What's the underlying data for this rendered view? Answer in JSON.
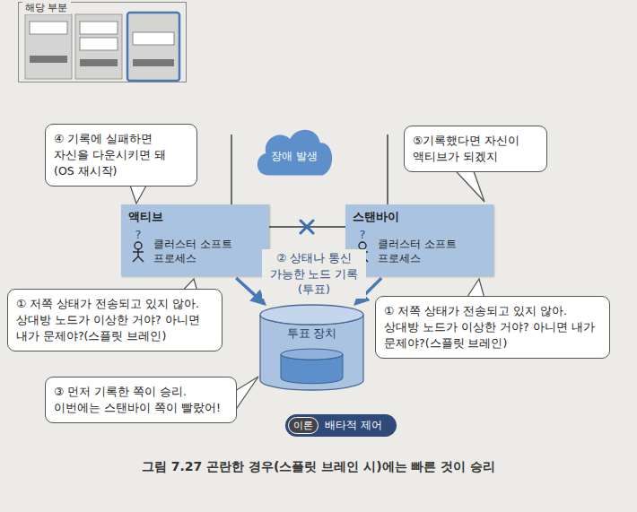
{
  "diagram": {
    "caption": "그림 7.27 곤란한 경우(스플릿 브레인 시)에는 빠른 것이 승리",
    "nodes": [
      {
        "text": [
          "해당 부분"
        ]
      },
      {
        "text": [
          "④ 기록에 실패하면 자신을 다운시키면 돼 (OS 재시작)"
        ]
      },
      {
        "text": [
          "장애 발생"
        ]
      },
      {
        "text": [
          "⑤기록했다면 자신이 액티브가 되겠지"
        ]
      },
      {
        "text": [
          "액티브",
          "?",
          "클러스터 소프트 프로세스"
        ]
      },
      {
        "text": [
          "스탠바이",
          "?",
          "클러스터 소프트 프로세스"
        ]
      },
      {
        "text": [
          "① 저쪽 상태가 전송되고 있지 않아. 상대방 노드가 이상한 거야? 아니면 내가 문제야?(스플릿 브레인)"
        ]
      },
      {
        "text": [
          "① 저쪽 상태가 전송되고 있지 않아. 상대방 노드가 이상한 거야? 아니면 내가 문제야?(스플릿 브레인)"
        ]
      },
      {
        "text": [
          "투표 장치"
        ]
      },
      {
        "text": [
          "③ 먼저 기록한 쪽이 승리. 이번에는 스탠바이 쪽이 빨랐어!"
        ]
      },
      {
        "text": [
          "이론",
          "배타적 제어"
        ]
      }
    ],
    "edges": [
      {
        "from": 4,
        "to": 5,
        "arrow": "none"
      },
      {
        "from": 4,
        "to": 8,
        "arrow": "to"
      },
      {
        "from": 5,
        "to": 8,
        "arrow": "to"
      }
    ],
    "labels": [
      "② 상태나 통신 가능한 노드 기록 (투표)"
    ]
  }
}
